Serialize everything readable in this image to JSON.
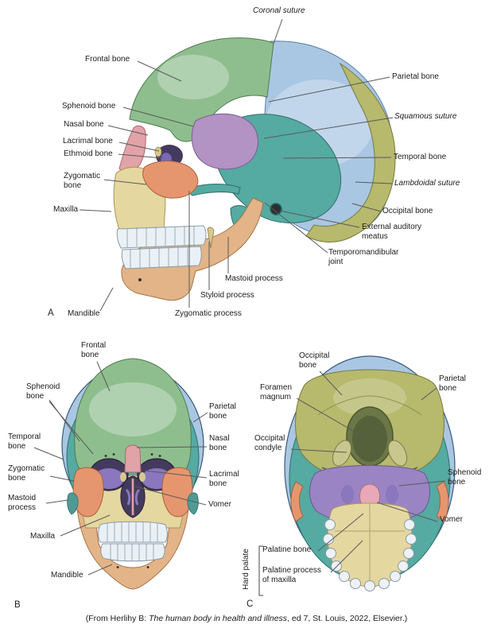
{
  "panel_a": {
    "letter": "A",
    "labels": {
      "coronal_suture": "Coronal suture",
      "frontal_bone": "Frontal bone",
      "parietal_bone": "Parietal bone",
      "squamous_suture": "Squamous suture",
      "sphenoid_bone": "Sphenoid bone",
      "nasal_bone": "Nasal bone",
      "lacrimal_bone": "Lacrimal bone",
      "ethmoid_bone": "Ethmoid bone",
      "temporal_bone": "Temporal bone",
      "lambdoidal_suture": "Lambdoidal suture",
      "zygomatic_bone": "Zygomatic bone",
      "occipital_bone": "Occipital bone",
      "maxilla": "Maxilla",
      "external_auditory_meatus": "External auditory meatus",
      "temporomandibular_joint": "Temporomandibular joint",
      "mastoid_process": "Mastoid process",
      "styloid_process": "Styloid process",
      "zygomatic_process": "Zygomatic process",
      "mandible": "Mandible"
    }
  },
  "panel_b": {
    "letter": "B",
    "labels": {
      "frontal_bone": "Frontal bone",
      "sphenoid_bone": "Sphenoid bone",
      "parietal_bone": "Parietal bone",
      "temporal_bone": "Temporal bone",
      "nasal_bone": "Nasal bone",
      "zygomatic_bone": "Zygomatic bone",
      "lacrimal_bone": "Lacrimal bone",
      "mastoid_process": "Mastoid process",
      "vomer": "Vomer",
      "maxilla": "Maxilla",
      "mandible": "Mandible"
    }
  },
  "panel_c": {
    "letter": "C",
    "labels": {
      "occipital_bone": "Occipital bone",
      "foramen_magnum": "Foramen magnum",
      "parietal_bone": "Parietal bone",
      "occipital_condyle": "Occipital condyle",
      "sphenoid_bone": "Sphenoid bone",
      "vomer": "Vomer",
      "palatine_bone": "Palatine bone",
      "palatine_process_of_maxilla": "Palatine process of maxilla",
      "hard_palate": "Hard palate"
    }
  },
  "caption": {
    "prefix": "(From Herlihy B: ",
    "title": "The human body in health and illness",
    "suffix": ", ed 7, St. Louis, 2022, Elsevier.)"
  },
  "colors": {
    "frontal": "#8fbe8e",
    "parietal": "#a9c7e3",
    "temporal": "#55aaa2",
    "occipital": "#b7b96d",
    "sphenoid": "#b293c4",
    "sphenoid_dark": "#8a77bd",
    "ethmoid": "#7a68b4",
    "nasal": "#e2a3a8",
    "lacrimal": "#d9c98e",
    "zygomatic": "#e6966e",
    "maxilla": "#e5d7a0",
    "mandible": "#e2b488",
    "teeth": "#eaf1f6",
    "socket": "#443a5e",
    "foramen": "#6b7747",
    "leader_line": "#5a5a5a",
    "label_text": "#1c1c1c"
  }
}
